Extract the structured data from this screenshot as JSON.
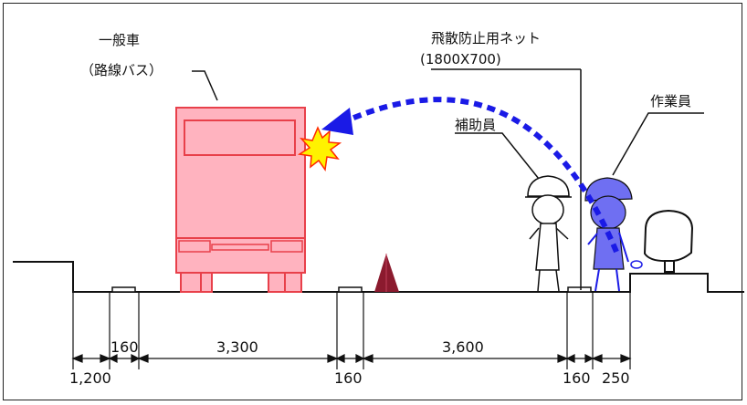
{
  "labels": {
    "vehicle_line1": "一般車",
    "vehicle_line2": "（路線バス）",
    "net_line1": "飛散防止用ネット",
    "net_line2": "(1800X700)",
    "helper": "補助員",
    "worker": "作業員"
  },
  "dimensions": {
    "d1": "1,200",
    "d2": "160",
    "d3": "3,300",
    "d4": "160",
    "d5": "3,600",
    "d6": "160",
    "d7": "250"
  },
  "colors": {
    "bus_fill": "#ffb3bf",
    "bus_stroke": "#e8404a",
    "trajectory": "#1a1ae6",
    "worker_fill": "#6f6ff2",
    "cone": "#8b1a2e",
    "impact": "#fff200"
  },
  "icons": {
    "impact": "explosion-burst-icon",
    "cone": "traffic-cone-icon"
  }
}
